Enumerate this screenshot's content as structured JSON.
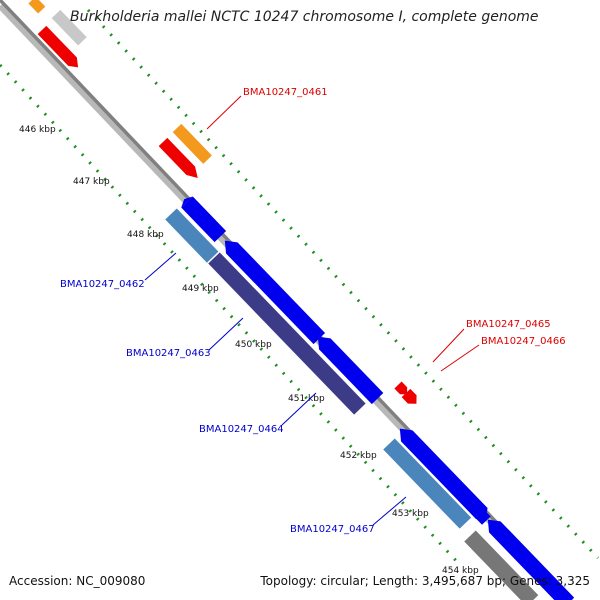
{
  "title": "Burkholderia mallei NCTC 10247 chromosome I, complete genome",
  "footer": {
    "accession": "Accession: NC_009080",
    "stats": "Topology: circular; Length: 3,495,687 bp; Genes: 3,325"
  },
  "colors": {
    "backbone": "#808080",
    "backbone_shadow": "#b8b8b8",
    "tick_green": "#1f8f1f",
    "gene_blue": "#0000ee",
    "gene_steel": "#4a86bb",
    "gene_slate": "#3b3b88",
    "gene_red": "#ee0000",
    "gene_orange": "#f39a1e",
    "gene_gray": "#c8c8c8",
    "gene_dark_gray": "#777777",
    "label_blue": "#0000cc",
    "label_red": "#dd0000"
  },
  "ticks": [
    "446 kbp",
    "447 kbp",
    "448 kbp",
    "449 kbp",
    "450 kbp",
    "451 kbp",
    "452 kbp",
    "453 kbp",
    "454 kbp"
  ],
  "genes": [
    "BMA10247_0461",
    "BMA10247_0462",
    "BMA10247_0463",
    "BMA10247_0464",
    "BMA10247_0465",
    "BMA10247_0466",
    "BMA10247_0467"
  ]
}
